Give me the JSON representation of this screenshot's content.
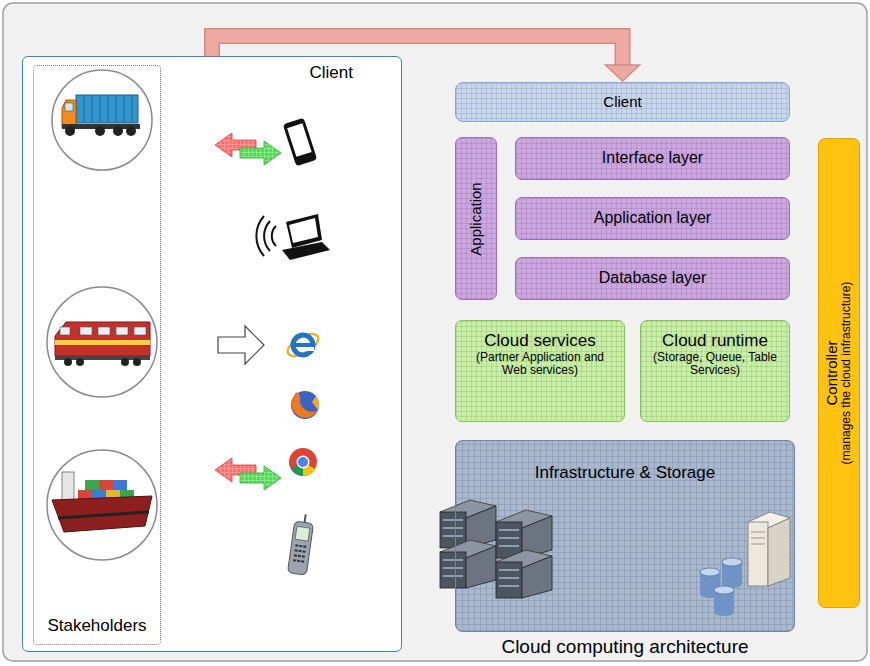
{
  "diagram": {
    "caption": "Cloud computing architecture",
    "nodes": [
      {
        "text": [
          "Client"
        ]
      },
      {
        "text": [
          "Stakeholders"
        ],
        "in": 0
      },
      {
        "text": [
          "Client"
        ]
      },
      {
        "text": [
          "Application"
        ]
      },
      {
        "text": [
          "Interface layer"
        ]
      },
      {
        "text": [
          "Application layer"
        ]
      },
      {
        "text": [
          "Database layer"
        ]
      },
      {
        "text": [
          "Cloud services",
          "(Partner Application and Web services)"
        ]
      },
      {
        "text": [
          "Cloud runtime",
          "(Storage, Queue, Table Services)"
        ]
      },
      {
        "text": [
          "Infrastructure & Storage"
        ]
      },
      {
        "text": [
          "Controller",
          "(manages the cloud infrastructure)"
        ]
      }
    ],
    "edges": [
      {
        "from": 0,
        "to": 2,
        "arrow": "to"
      }
    ]
  }
}
